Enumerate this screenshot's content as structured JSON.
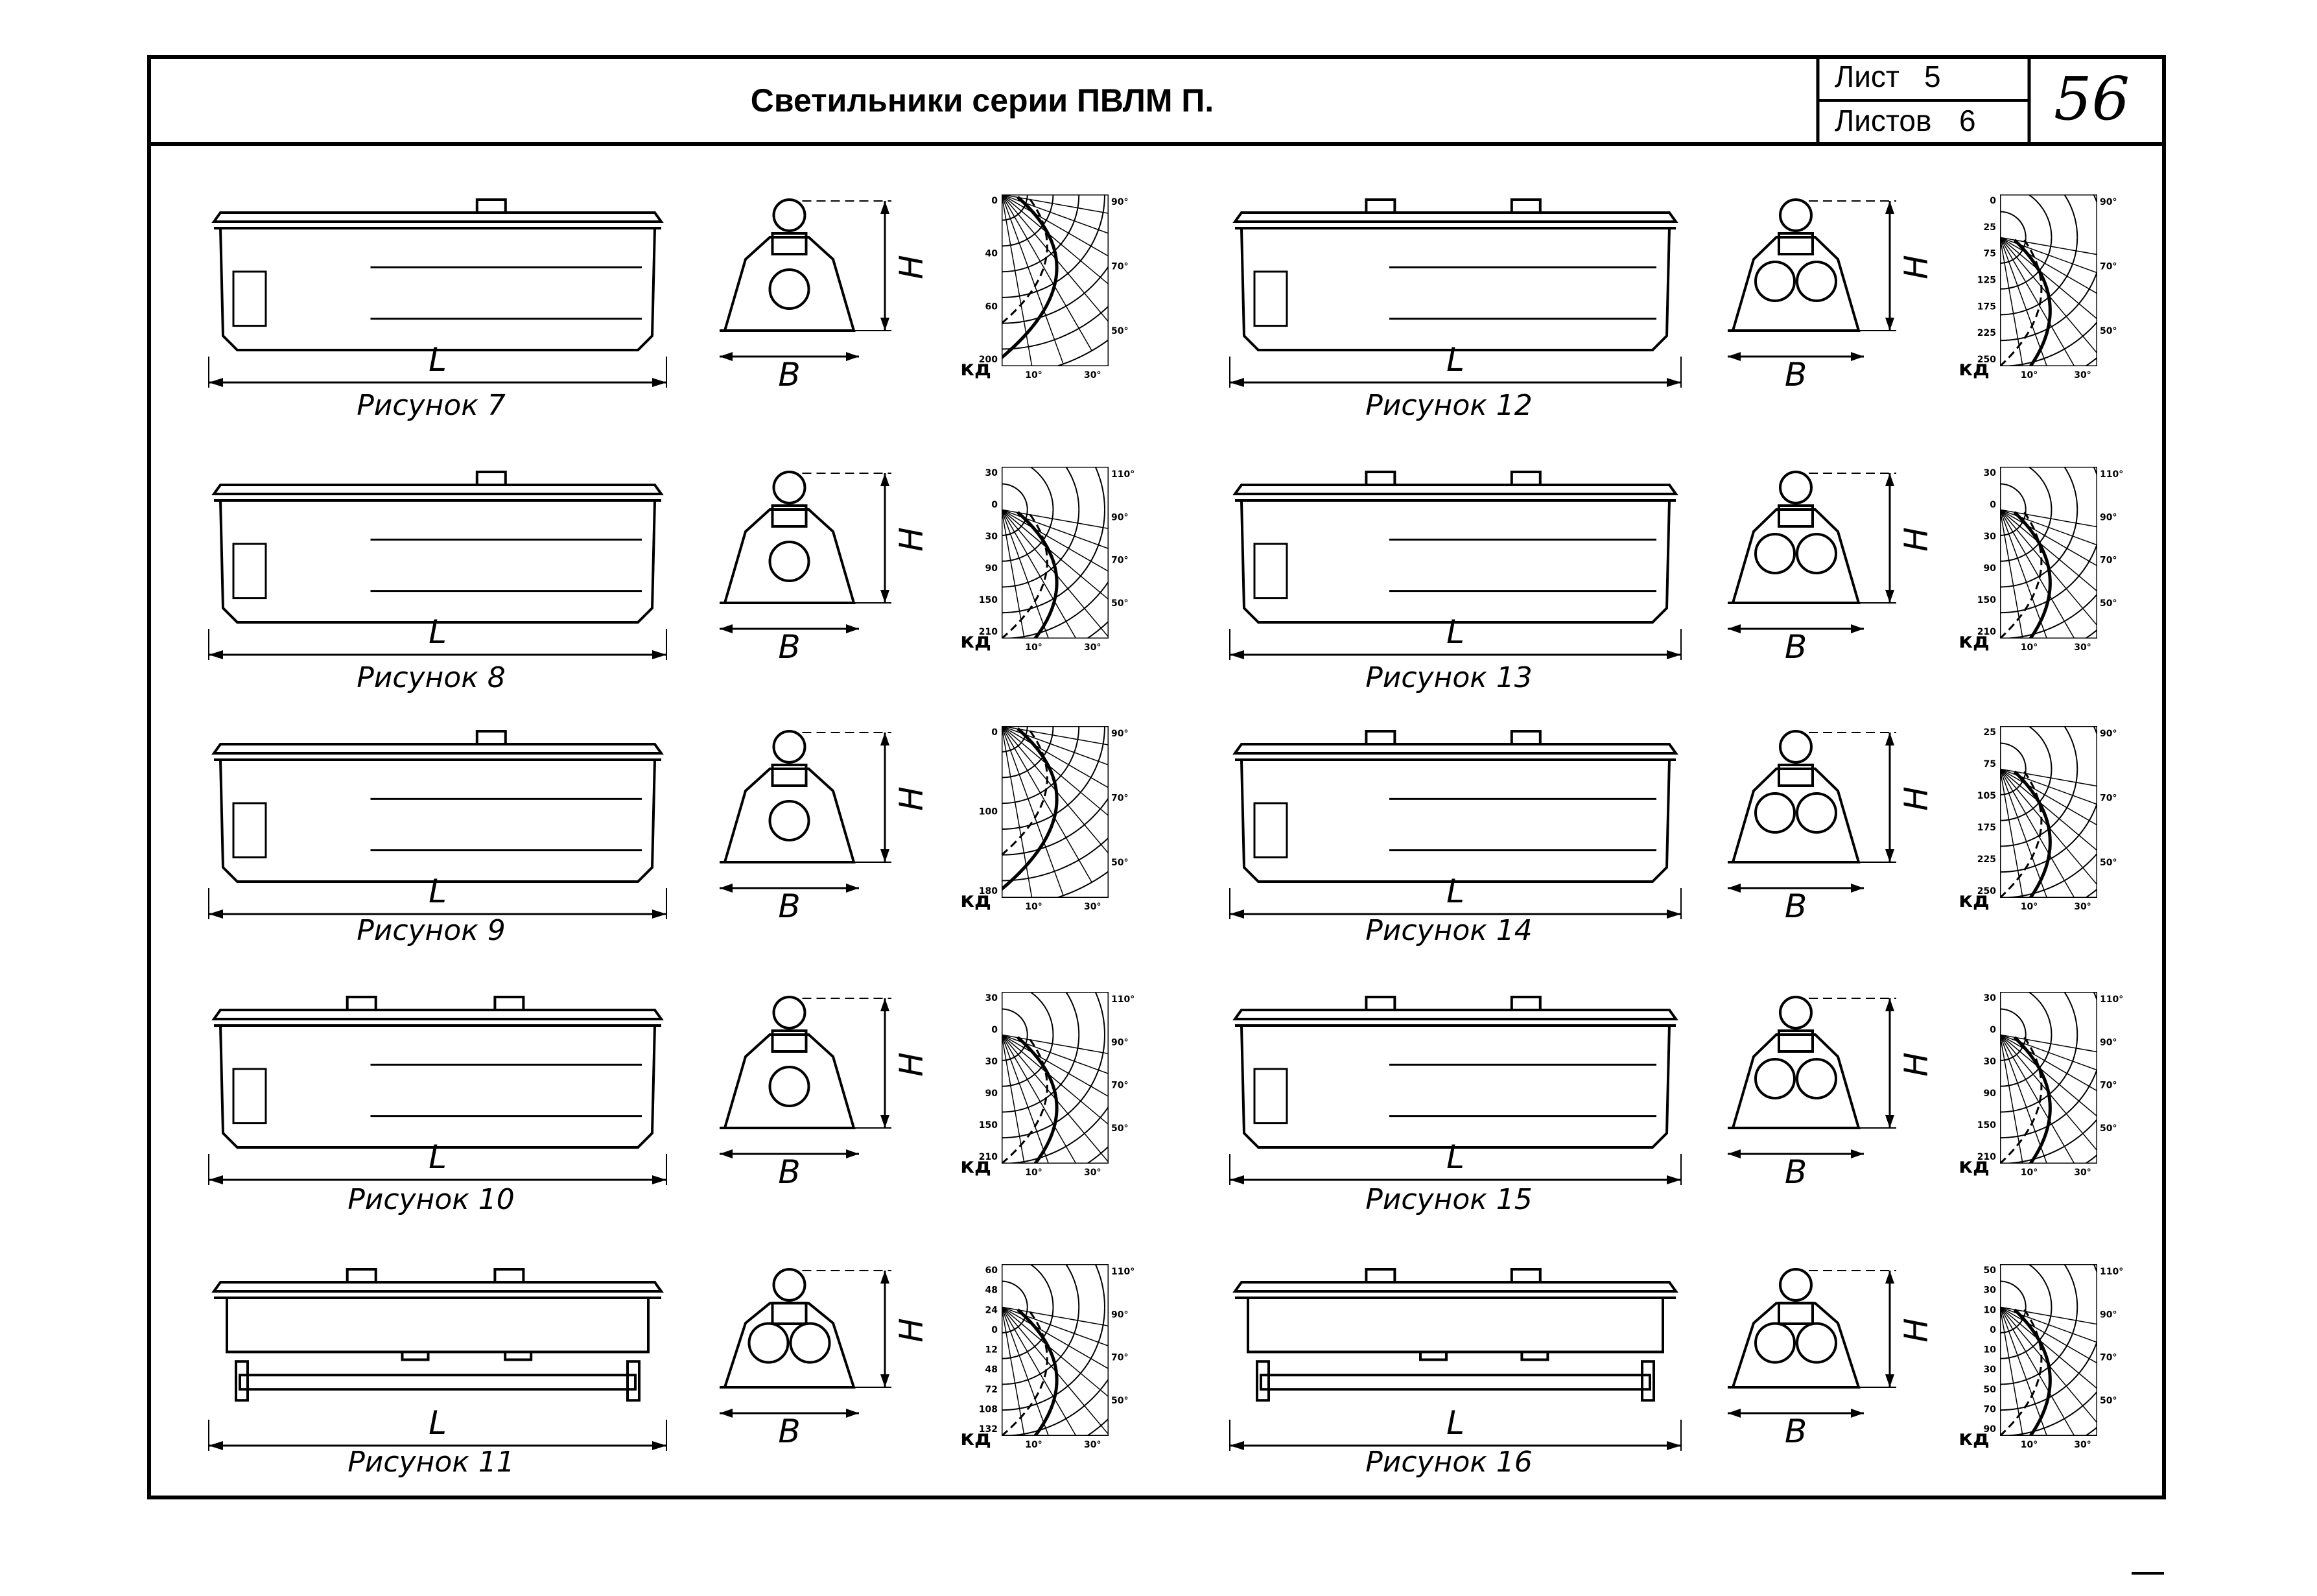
{
  "document": {
    "title": "Светильники серии ПВЛМ П.",
    "sheet_label": "Лист",
    "sheet_number": "5",
    "sheets_label": "Листов",
    "sheets_total": "6",
    "page_number": "56"
  },
  "dimension_labels": {
    "length": "L",
    "width": "B",
    "height": "H"
  },
  "intensity_unit": "кд",
  "figures": [
    {
      "caption": "Рисунок 7",
      "ticks_left": [
        "0",
        "40",
        "60",
        "200"
      ],
      "ticks_right": [
        "90°",
        "70°",
        "50°"
      ],
      "ticks_bottom": [
        "10°",
        "30°"
      ]
    },
    {
      "caption": "Рисунок 8",
      "ticks_left": [
        "30",
        "0",
        "30",
        "90",
        "150",
        "210"
      ],
      "ticks_right": [
        "110°",
        "90°",
        "70°",
        "50°"
      ],
      "ticks_bottom": [
        "10°",
        "30°"
      ]
    },
    {
      "caption": "Рисунок 9",
      "ticks_left": [
        "0",
        "100",
        "180"
      ],
      "ticks_right": [
        "90°",
        "70°",
        "50°"
      ],
      "ticks_bottom": [
        "10°",
        "30°"
      ]
    },
    {
      "caption": "Рисунок 10",
      "ticks_left": [
        "30",
        "0",
        "30",
        "90",
        "150",
        "210"
      ],
      "ticks_right": [
        "110°",
        "90°",
        "70°",
        "50°"
      ],
      "ticks_bottom": [
        "10°",
        "30°"
      ]
    },
    {
      "caption": "Рисунок 11",
      "ticks_left": [
        "60",
        "48",
        "24",
        "0",
        "12",
        "48",
        "72",
        "108",
        "132"
      ],
      "ticks_right": [
        "110°",
        "90°",
        "70°",
        "50°"
      ],
      "ticks_bottom": [
        "10°",
        "30°"
      ]
    },
    {
      "caption": "Рисунок 12",
      "ticks_left": [
        "0",
        "25",
        "75",
        "125",
        "175",
        "225",
        "250"
      ],
      "ticks_right": [
        "90°",
        "70°",
        "50°"
      ],
      "ticks_bottom": [
        "10°",
        "30°"
      ]
    },
    {
      "caption": "Рисунок 13",
      "ticks_left": [
        "30",
        "0",
        "30",
        "90",
        "150",
        "210"
      ],
      "ticks_right": [
        "110°",
        "90°",
        "70°",
        "50°"
      ],
      "ticks_bottom": [
        "10°",
        "30°"
      ]
    },
    {
      "caption": "Рисунок 14",
      "ticks_left": [
        "25",
        "75",
        "105",
        "175",
        "225",
        "250"
      ],
      "ticks_right": [
        "90°",
        "70°",
        "50°"
      ],
      "ticks_bottom": [
        "10°",
        "30°"
      ]
    },
    {
      "caption": "Рисунок 15",
      "ticks_left": [
        "30",
        "0",
        "30",
        "90",
        "150",
        "210"
      ],
      "ticks_right": [
        "110°",
        "90°",
        "70°",
        "50°"
      ],
      "ticks_bottom": [
        "10°",
        "30°"
      ]
    },
    {
      "caption": "Рисунок 16",
      "ticks_left": [
        "50",
        "30",
        "10",
        "0",
        "10",
        "30",
        "50",
        "70",
        "90"
      ],
      "ticks_right": [
        "110°",
        "90°",
        "70°",
        "50°"
      ],
      "ticks_bottom": [
        "10°",
        "30°"
      ]
    }
  ]
}
